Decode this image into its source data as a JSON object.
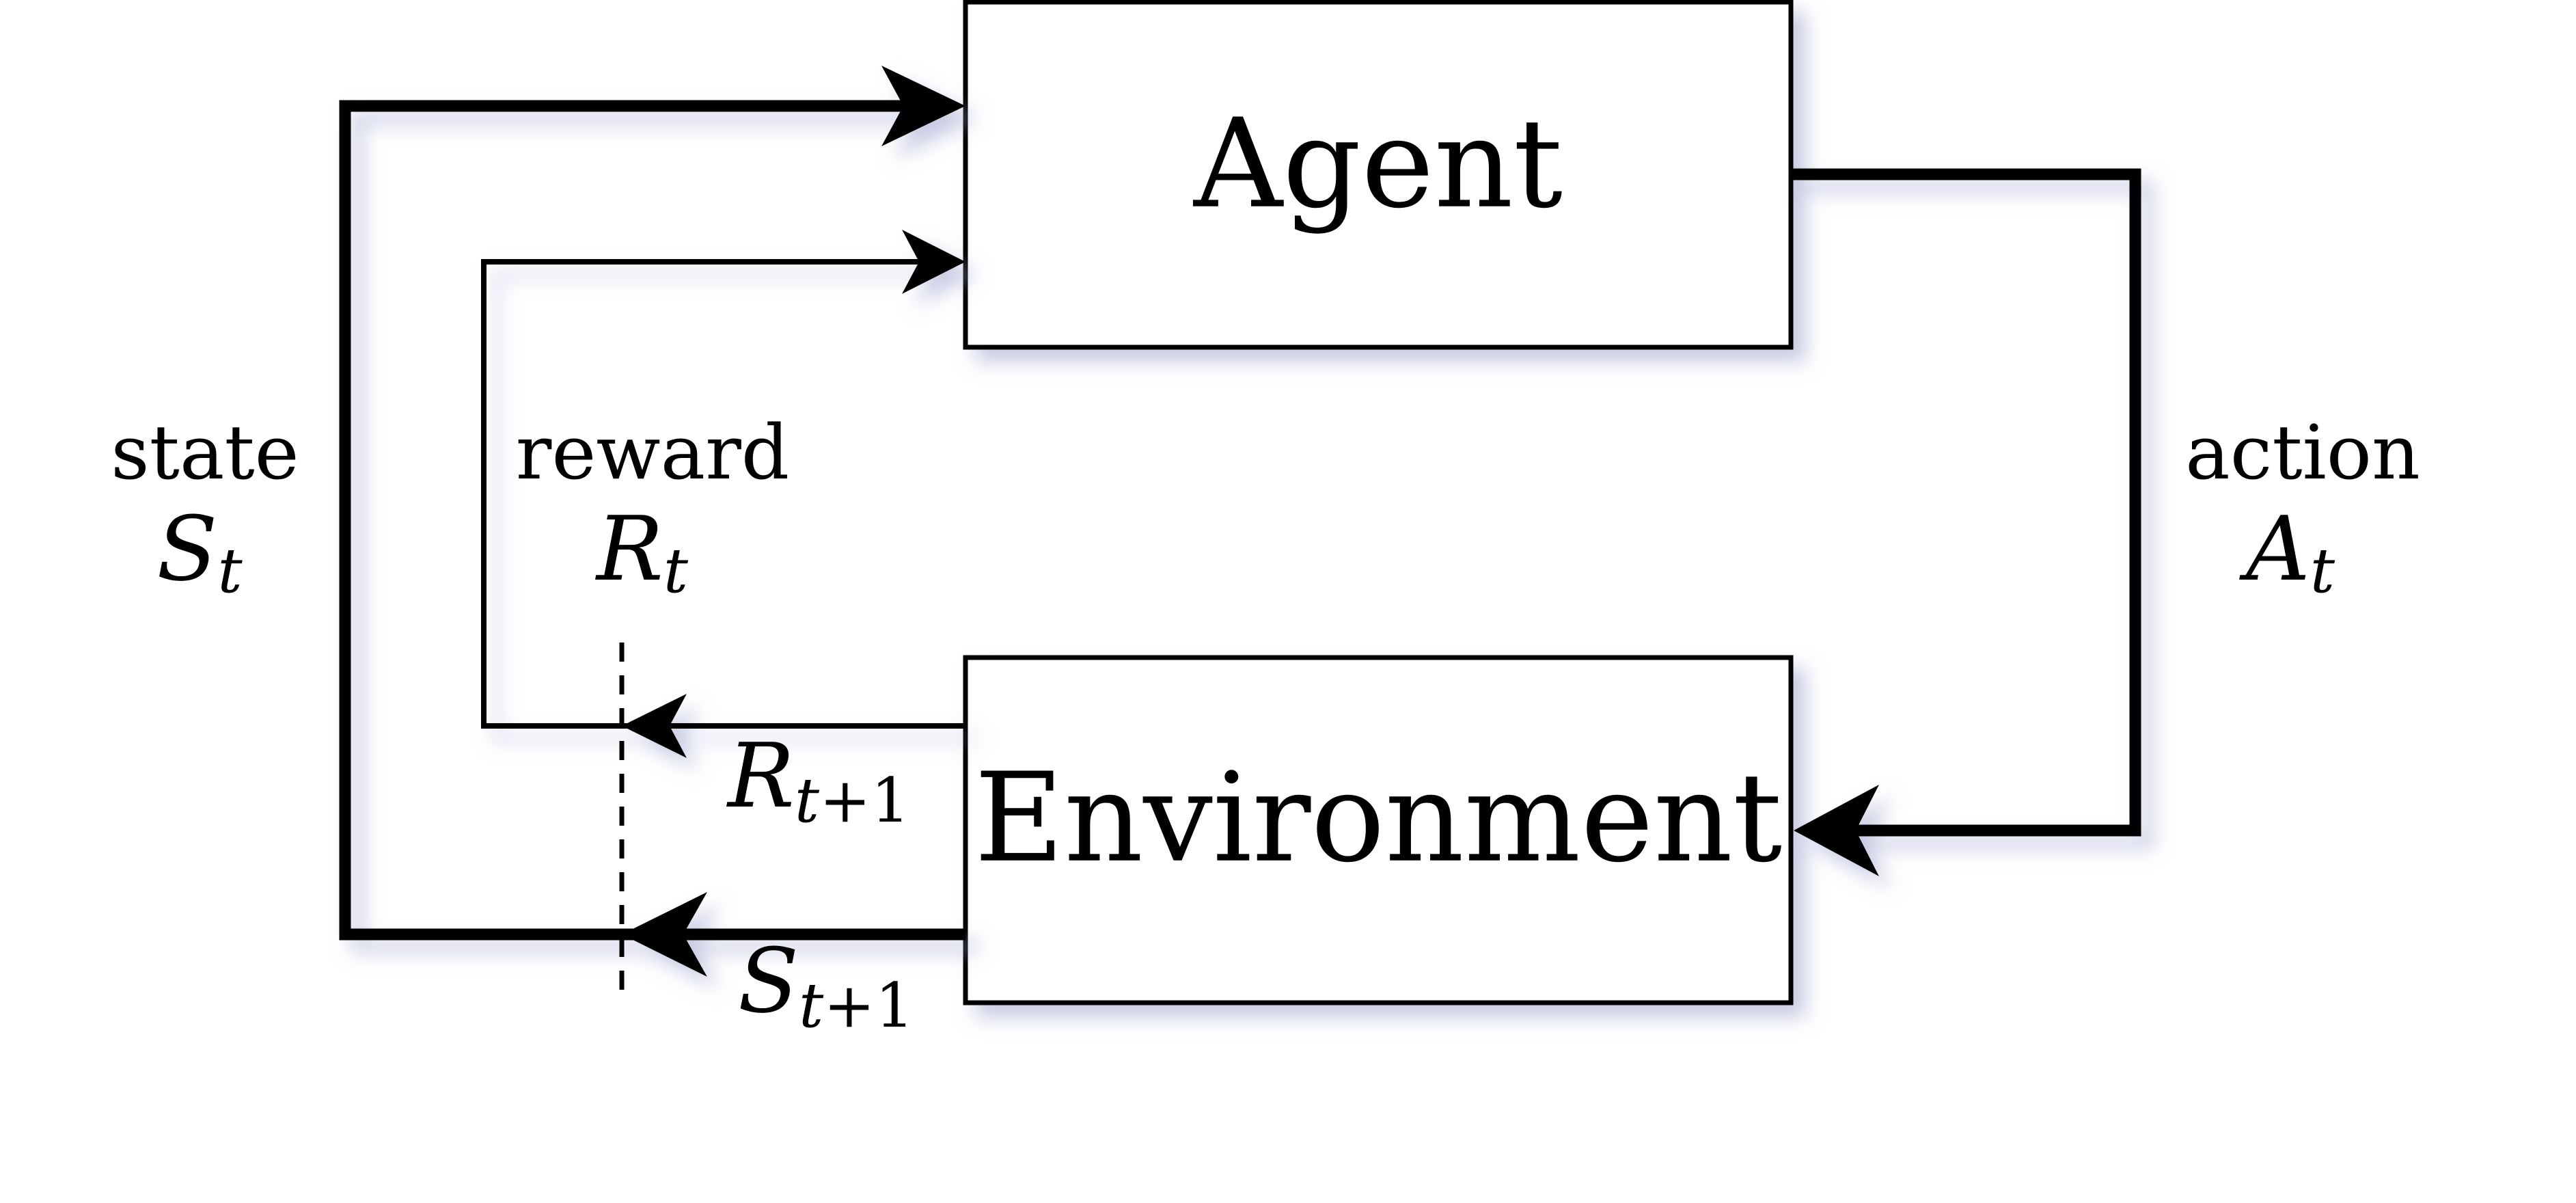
{
  "boxes": {
    "agent": "Agent",
    "environment": "Environment"
  },
  "labels": {
    "state_word": "state",
    "state_symbol": "S",
    "state_subscript": "t",
    "reward_word": "reward",
    "reward_symbol": "R",
    "reward_subscript": "t",
    "action_word": "action",
    "action_symbol": "A",
    "action_subscript": "t",
    "next_reward_symbol": "R",
    "next_reward_subscript_var": "t",
    "next_reward_subscript_rest": "+1",
    "next_state_symbol": "S",
    "next_state_subscript_var": "t",
    "next_state_subscript_rest": "+1"
  },
  "colors": {
    "stroke": "#000000",
    "box_fill": "#ffffff",
    "shadow": "#9aa0cc"
  }
}
